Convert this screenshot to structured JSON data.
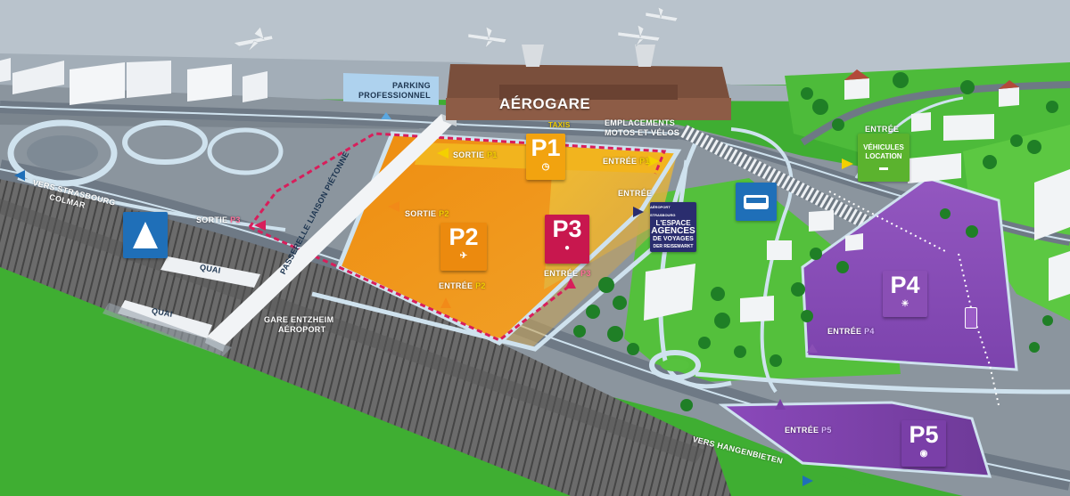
{
  "map": {
    "terminal": "AÉROGARE",
    "taxis": "TAXIS",
    "parking_pro": [
      "PARKING",
      "PROFESSIONNEL"
    ],
    "emplacements": [
      "EMPLACEMENTS",
      "MOTOS ET VÉLOS"
    ],
    "vehicules": [
      "VÉHICULES",
      "LOCATION"
    ],
    "vehicules_entree": "ENTRÉE",
    "vers_strasbourg": [
      "VERS STRASBOURG",
      "COLMAR"
    ],
    "vers_hangenbieten": "VERS HANGENBIETEN",
    "passerelle": "PASSERELLE LIAISON PIÉTONNE",
    "gare": [
      "GARE ENTZHEIM",
      "AÉROPORT"
    ],
    "quai_1": "QUAI",
    "quai_2": "QUAI",
    "sortie_p3": [
      "SORTIE",
      "P3"
    ],
    "sortie_p2": [
      "SORTIE",
      "P2"
    ],
    "sortie_p1": [
      "SORTIE",
      "P1"
    ],
    "entree_p1": [
      "ENTRÉE",
      "P1"
    ],
    "entree_p2": [
      "ENTRÉE",
      "P2"
    ],
    "entree_p3": [
      "ENTRÉE",
      "P3"
    ],
    "entree_p4": [
      "ENTRÉE",
      "P4"
    ],
    "entree_p5": [
      "ENTRÉE",
      "P5"
    ],
    "entree_generic": "ENTRÉE",
    "agency": [
      "AÉROPORT STRASBOURG",
      "L'ESPACE",
      "AGENCES",
      "DE VOYAGES",
      "DER REISEMARKT"
    ]
  },
  "parkings": {
    "p1": {
      "label": "P1",
      "icon": "clock-icon",
      "color": "#f2a30f"
    },
    "p2": {
      "label": "P2",
      "icon": "plane-car-icon",
      "color": "#ec8a0e"
    },
    "p3": {
      "label": "P3",
      "icon": "car-icon",
      "color": "#c8174e"
    },
    "p4": {
      "label": "P4",
      "icon": "sun-icon",
      "color": "#8a4fb5"
    },
    "p5": {
      "label": "P5",
      "icon": "globe-icon",
      "color": "#7a3fa8"
    }
  },
  "colors": {
    "grass": "#3fae32",
    "road": "#7e8a95",
    "tarmac": "#a7b0b9",
    "accent_yellow": "#f4d000",
    "route_red": "#d81e5b",
    "highway_blue": "#1f6fb8",
    "agency_navy": "#2a2d6e",
    "rental_green": "#5bb32e"
  }
}
